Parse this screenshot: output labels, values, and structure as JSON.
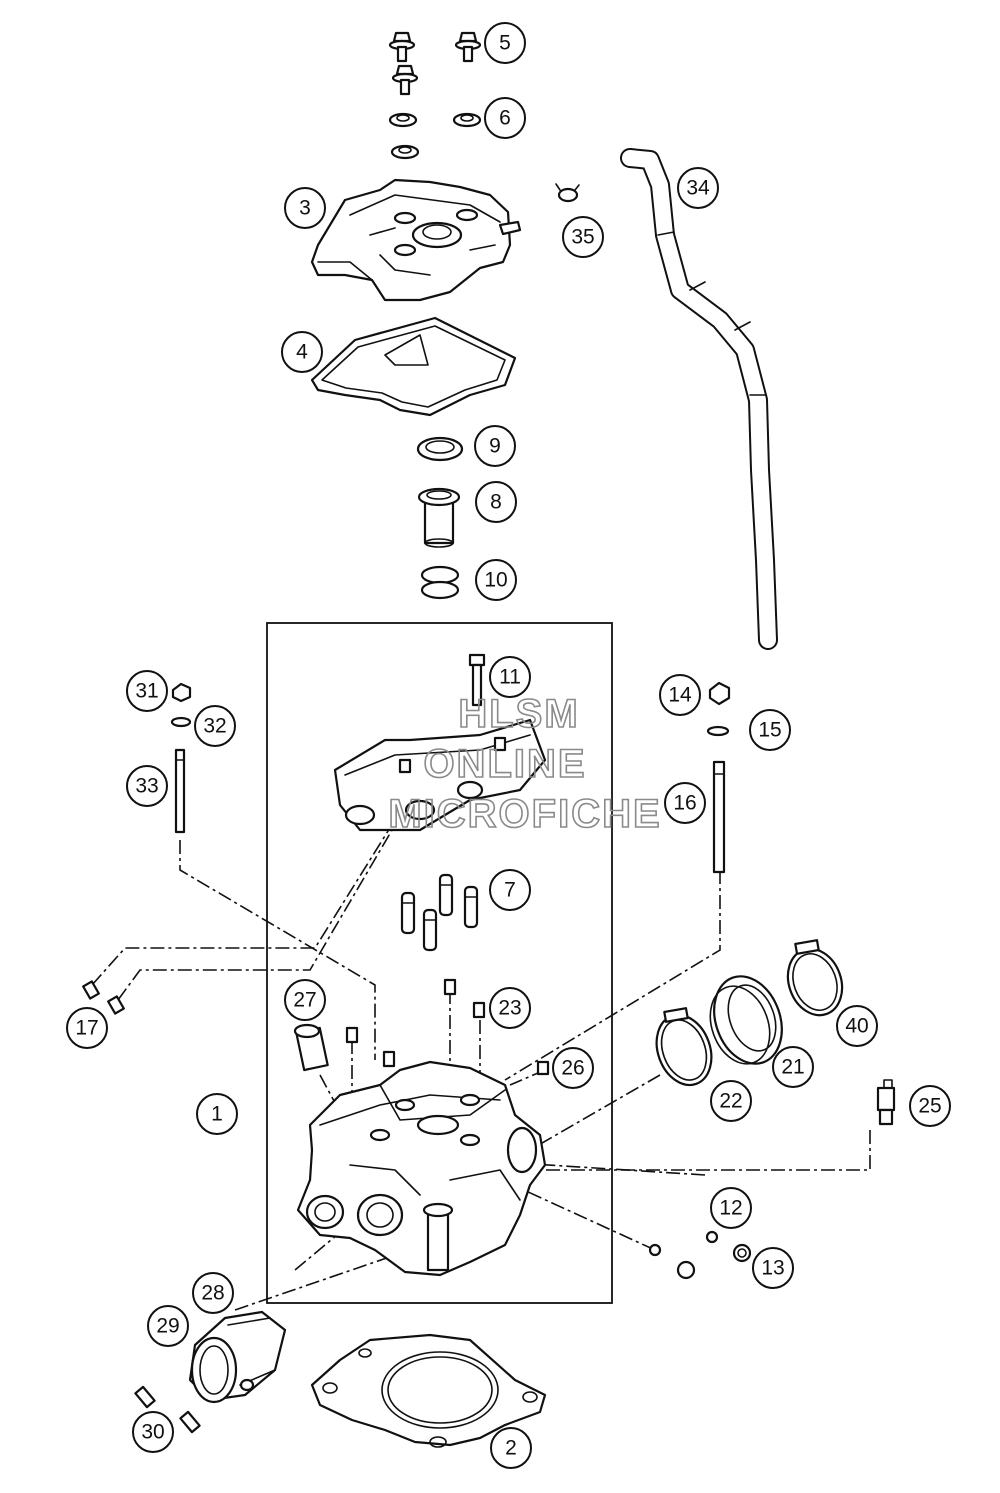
{
  "callouts": {
    "p1": "1",
    "p2": "2",
    "p3": "3",
    "p4": "4",
    "p5": "5",
    "p6": "6",
    "p7": "7",
    "p8": "8",
    "p9": "9",
    "p10": "10",
    "p11": "11",
    "p12": "12",
    "p13": "13",
    "p14": "14",
    "p15": "15",
    "p16": "16",
    "p17": "17",
    "p21": "21",
    "p22": "22",
    "p23": "23",
    "p25": "25",
    "p26": "26",
    "p27": "27",
    "p28": "28",
    "p29": "29",
    "p30": "30",
    "p31": "31",
    "p32": "32",
    "p33": "33",
    "p34": "34",
    "p35": "35",
    "p40": "40"
  },
  "watermark": {
    "line1": "HLSM",
    "line2": "ONLINE",
    "line3": "MICROFICHE"
  }
}
